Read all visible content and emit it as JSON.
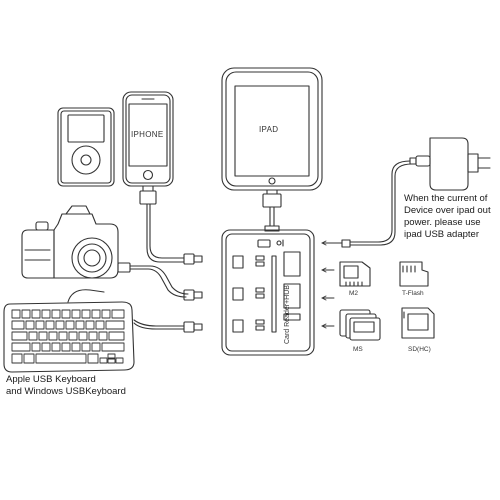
{
  "labels": {
    "iphone": "IPHONE",
    "ipad": "IPAD",
    "hub": "Card Reader+HUB",
    "m2": "M2",
    "tflash": "T-Flash",
    "ms": "MS",
    "sdhc": "SD(HC)"
  },
  "notes": {
    "adapter": "When the current of\nDevice over ipad out\npower. please use\nipad USB adapter",
    "keyboard": "Apple USB Keyboard\nand Windows USBKeyboard"
  },
  "icons": [
    "ipod-icon",
    "iphone-icon",
    "ipad-icon",
    "power-adapter-icon",
    "camera-icon",
    "keyboard-icon",
    "card-reader-hub-icon",
    "m2-card-icon",
    "tflash-card-icon",
    "ms-card-icon",
    "sdhc-card-icon"
  ]
}
